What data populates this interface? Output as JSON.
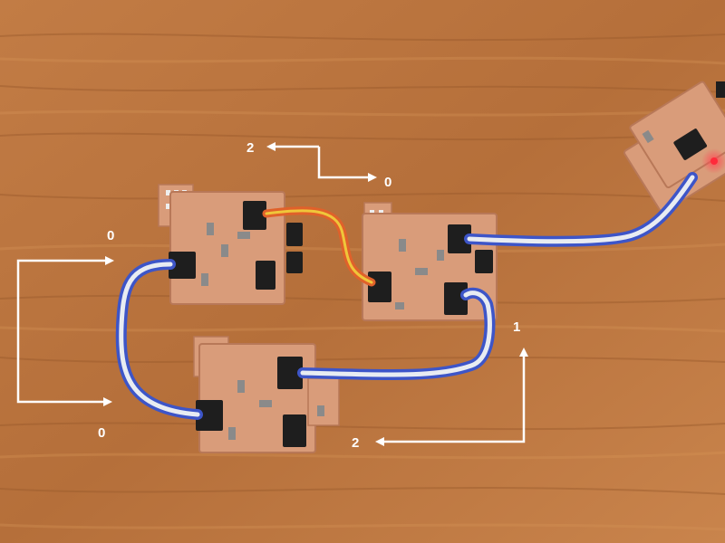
{
  "annotations": {
    "label_top_2": "2",
    "label_top_0": "0",
    "label_left_0_upper": "0",
    "label_left_0_lower": "0",
    "label_right_1": "1",
    "label_bottom_2": "2"
  },
  "colors": {
    "wood_base": "#b9743f",
    "wood_grain_dark": "#9a5a2c",
    "wood_grain_light": "#cf8d55",
    "pcb": "#d99c7a",
    "pcb_edge": "#b87858",
    "connector": "#1e1e1e",
    "ribbon_blue": "#3d55c8",
    "ribbon_white": "#e8ecf2",
    "ribbon_orange": "#e0612a",
    "ribbon_yellow": "#efc63a",
    "led_red": "#ff2a3a",
    "arrow": "#ffffff"
  },
  "icons": [
    "pcb-board",
    "ribbon-cable",
    "connector-header",
    "arrow"
  ]
}
